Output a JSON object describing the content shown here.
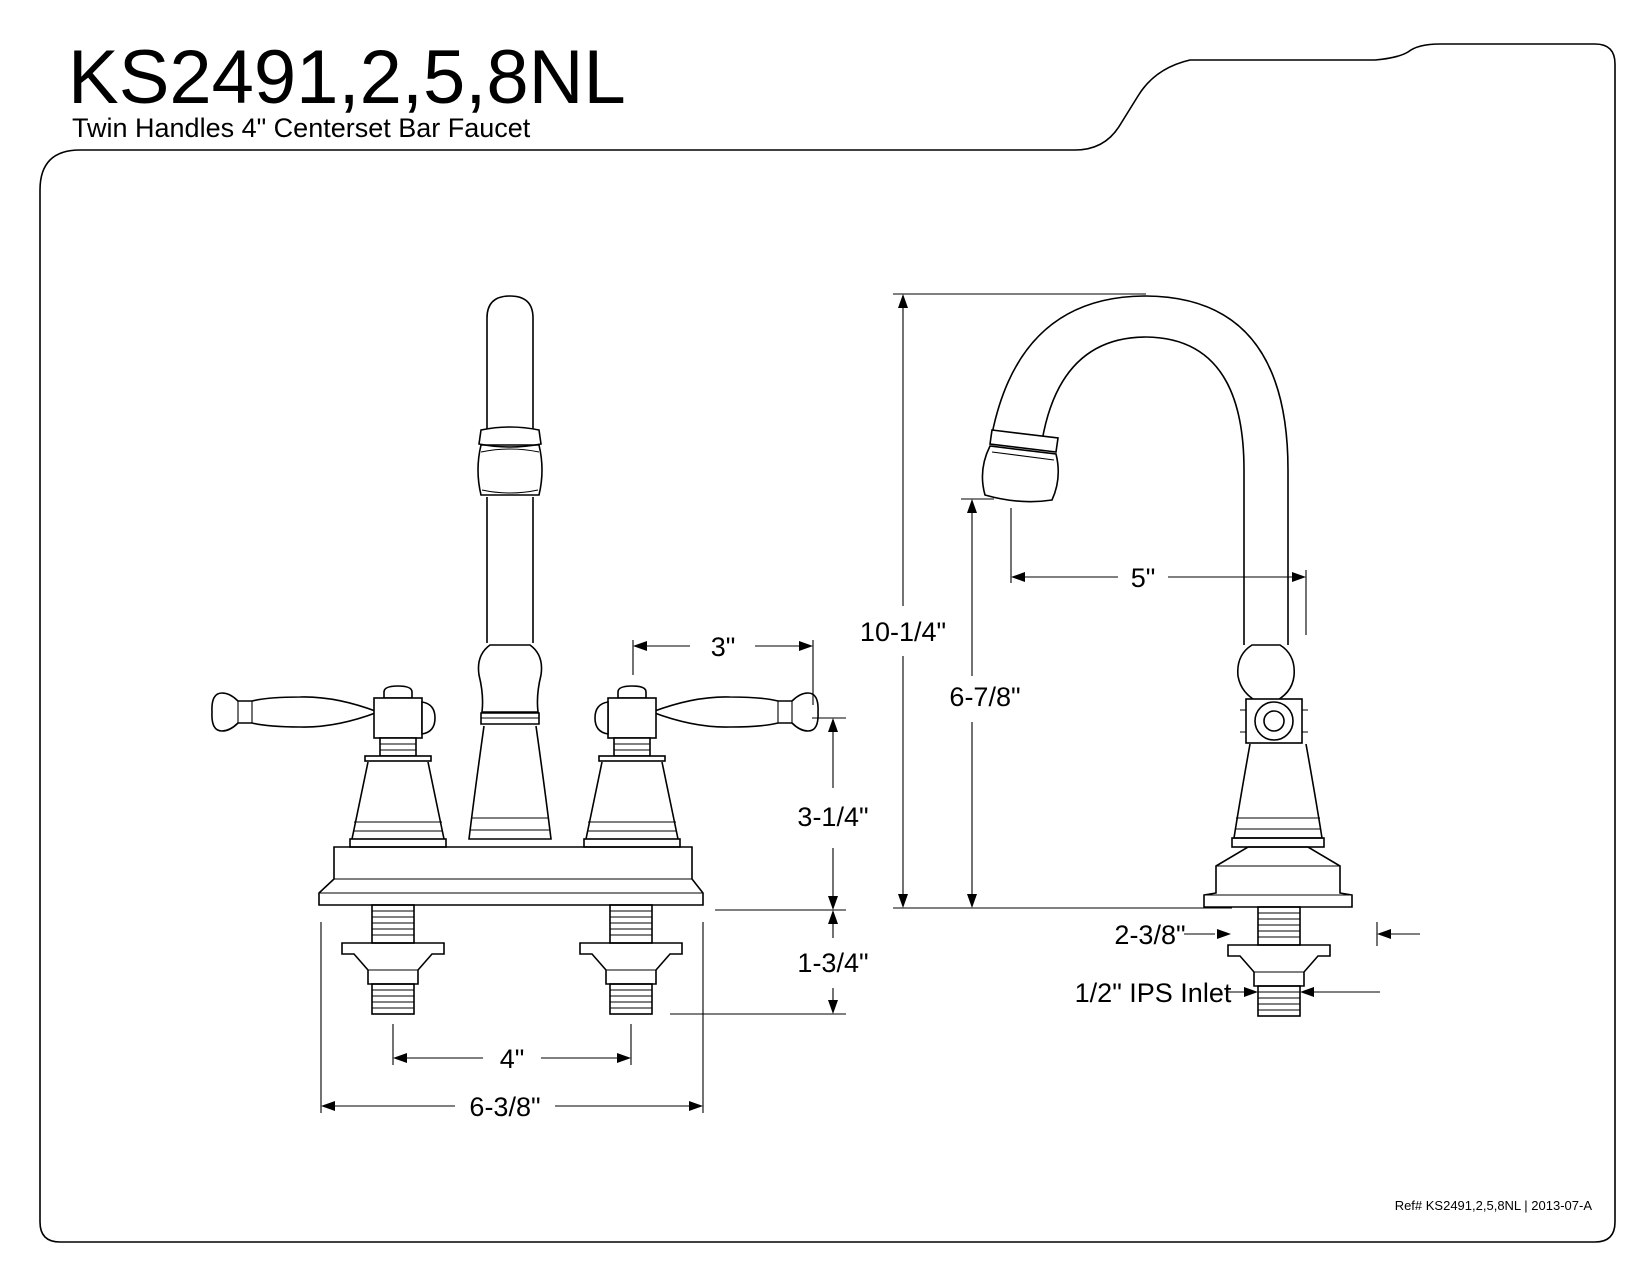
{
  "title": "KS2491,2,5,8NL",
  "subtitle": "Twin Handles 4\" Centerset Bar Faucet",
  "reference": "Ref# KS2491,2,5,8NL | 2013-07-A",
  "dimensions": {
    "handle_offset": "3\"",
    "handle_height": "3-1/4\"",
    "shank_length": "1-3/4\"",
    "center_spacing": "4\"",
    "overall_width": "6-3/8\"",
    "overall_height": "10-1/4\"",
    "spout_clearance": "6-7/8\"",
    "spout_reach": "5\"",
    "base_diameter": "2-3/8\"",
    "inlet": "1/2\" IPS Inlet"
  }
}
